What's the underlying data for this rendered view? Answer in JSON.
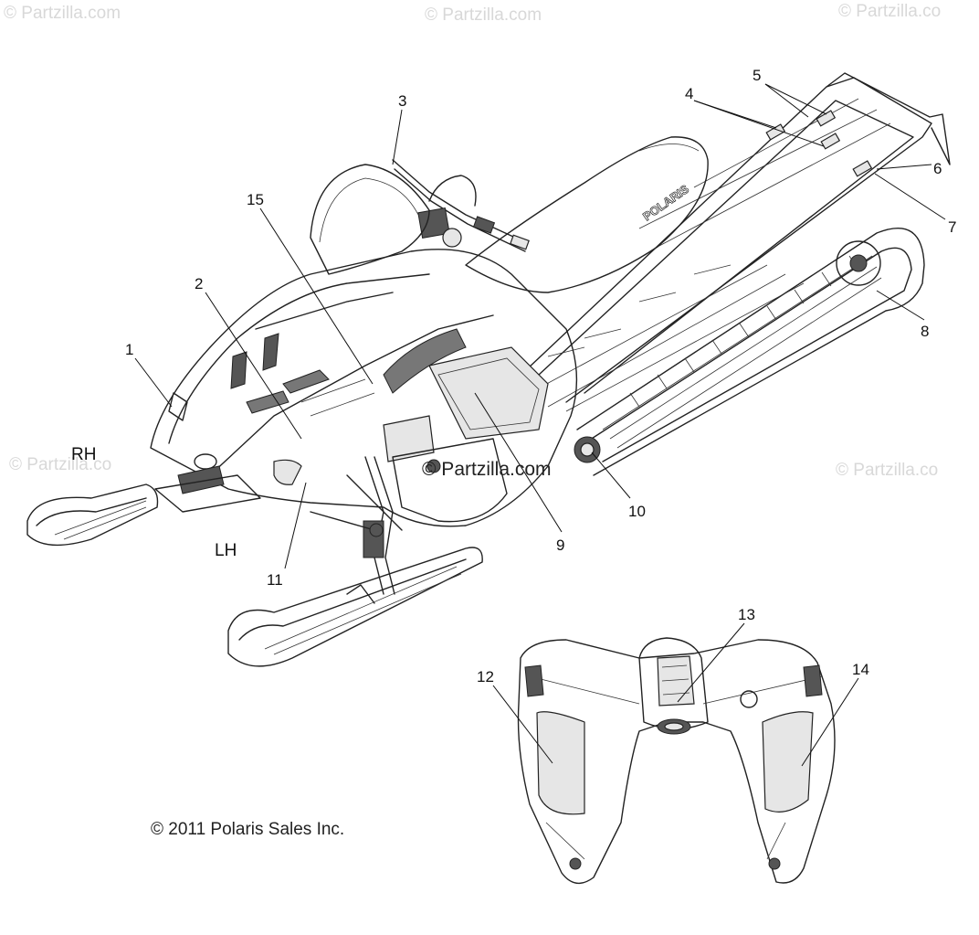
{
  "watermarks": {
    "top_left": "© Partzilla.com",
    "top_center": "© Partzilla.com",
    "top_right": "© Partzilla.co",
    "mid_left": "© Partzilla.co",
    "mid_right": "© Partzilla.co",
    "center": "© Partzilla.com"
  },
  "side_labels": {
    "rh": "RH",
    "lh": "LH"
  },
  "callouts": [
    "1",
    "2",
    "3",
    "4",
    "5",
    "6",
    "7",
    "8",
    "9",
    "10",
    "11",
    "12",
    "13",
    "14",
    "15"
  ],
  "seat_brand": "POLARIS",
  "copyright": "© 2011 Polaris Sales Inc."
}
